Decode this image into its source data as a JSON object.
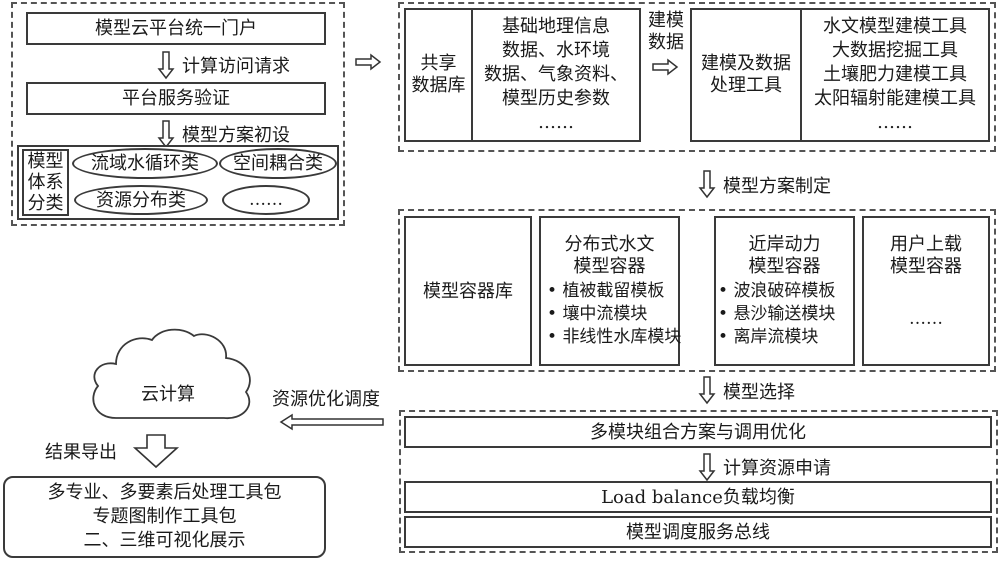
{
  "portal": {
    "title": "模型云平台统一门户",
    "step1": "计算访问请求",
    "verify": "平台服务验证",
    "step2": "模型方案初设",
    "classification": {
      "label": [
        "模型",
        "体系",
        "分类"
      ],
      "items": [
        "流域水循环类",
        "空间耦合类",
        "资源分布类",
        "……"
      ]
    }
  },
  "data_section": {
    "shared_db": [
      "共享",
      "数据库"
    ],
    "data_items": [
      "基础地理信息",
      "数据、水环境",
      "数据、气象资料、",
      "模型历史参数",
      "……"
    ],
    "flow_label": [
      "建模",
      "数据"
    ],
    "tools_title": [
      "建模及数据",
      "处理工具"
    ],
    "tools_items": [
      "水文模型建模工具",
      "大数据挖掘工具",
      "土壤肥力建模工具",
      "太阳辐射能建模工具",
      "……"
    ]
  },
  "step3": "模型方案制定",
  "containers": {
    "library": "模型容器库",
    "hydro": {
      "title": [
        "分布式水文",
        "模型容器"
      ],
      "items": [
        "植被截留模板",
        "壤中流模块",
        "非线性水库模块"
      ]
    },
    "coastal": {
      "title": [
        "近岸动力",
        "模型容器"
      ],
      "items": [
        "波浪破碎模板",
        "悬沙输送模块",
        "离岸流模块"
      ]
    },
    "user": {
      "title": [
        "用户上载",
        "模型容器"
      ],
      "items": [
        "……"
      ]
    }
  },
  "step4": "模型选择",
  "scheduling": {
    "combo": "多模块组合方案与调用优化",
    "step5": "计算资源申请",
    "load_balance": "Load balance负载均衡",
    "bus": "模型调度服务总线"
  },
  "cloud": {
    "label": "云计算",
    "resource_label": "资源优化调度",
    "export_label": "结果导出"
  },
  "output": {
    "lines": [
      "多专业、多要素后处理工具包",
      "专题图制作工具包",
      "二、三维可视化展示"
    ]
  }
}
